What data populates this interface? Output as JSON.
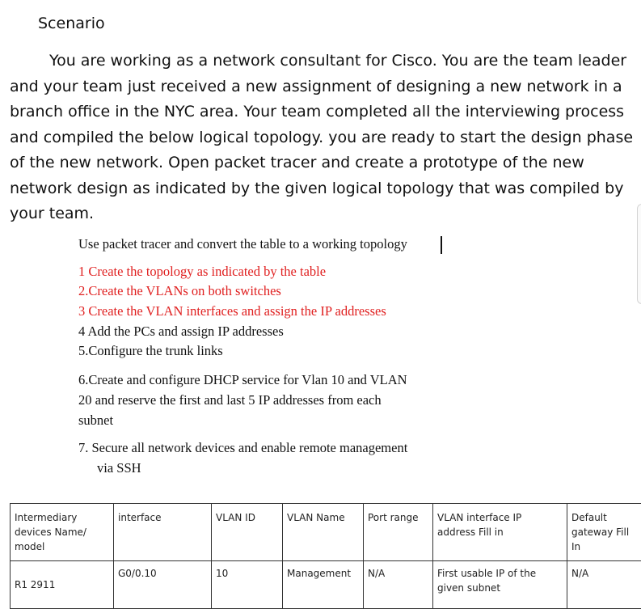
{
  "heading": "Scenario",
  "paragraph": "You are working as a network consultant for Cisco. You are the team leader and your team just received a new assignment of designing a new network in a branch office in the NYC area. Your team completed all the interviewing process and compiled the below logical topology.  you are ready to start the design phase of the new network. Open packet tracer and create a prototype of the new network design as indicated by the given logical topology that was compiled by your team.",
  "instructions": {
    "intro": "Use packet tracer and convert the table to a working topology",
    "steps": [
      "1 Create the topology as indicated by the table",
      "2.Create the VLANs on both switches",
      "3 Create the VLAN interfaces and assign the IP addresses",
      "4 Add the PCs and assign IP addresses",
      "5.Configure the trunk links"
    ],
    "step6": [
      "6.Create and configure DHCP service for Vlan 10 and VLAN",
      "20  and reserve the first and last 5 IP addresses from each",
      "subnet"
    ],
    "step7": [
      "7.  Secure all network devices and enable remote management",
      "via SSH"
    ],
    "highlight_color": "#e02020"
  },
  "table": {
    "headers": [
      "Intermediary devices Name/ model",
      "interface",
      "VLAN ID",
      "VLAN Name",
      "Port range",
      "VLAN interface IP address Fill in",
      "Default gateway Fill In"
    ],
    "rows": [
      [
        "R1 2911",
        "G0/0.10",
        "10",
        "Management",
        "N/A",
        "First usable IP of the given subnet",
        "N/A"
      ]
    ]
  }
}
